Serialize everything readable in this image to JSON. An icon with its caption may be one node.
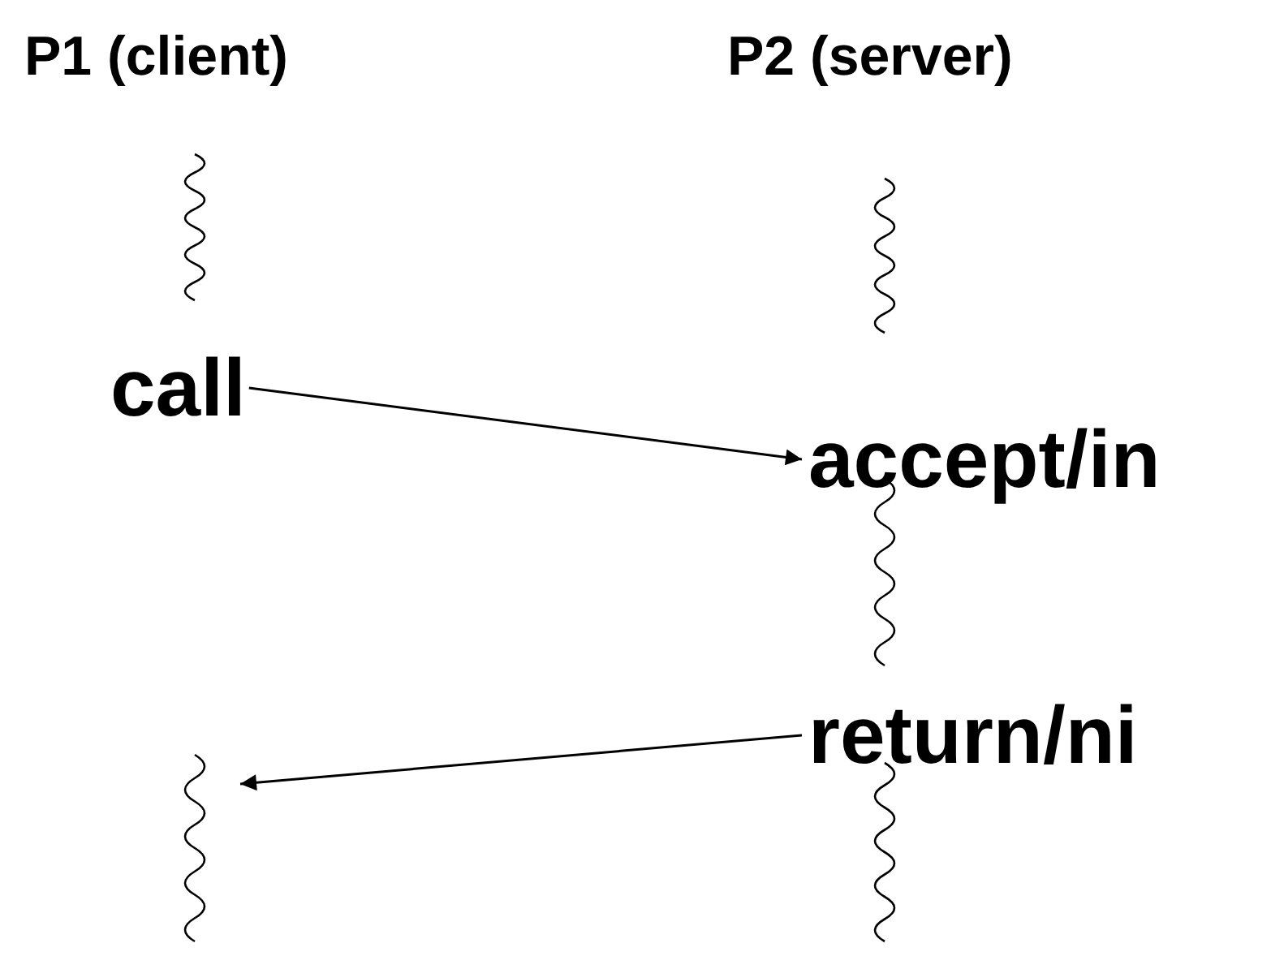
{
  "diagram": {
    "nodes": [
      {
        "text": [
          "call"
        ]
      },
      {
        "text": [
          "accept/in"
        ]
      },
      {
        "text": [
          "return/ni"
        ]
      }
    ],
    "edges": [
      {
        "from": 0,
        "to": 1,
        "arrow": "to"
      },
      {
        "from": 2,
        "to": null,
        "arrow": "to"
      }
    ],
    "labels": [
      "P1 (client)",
      "P2 (server)"
    ]
  }
}
